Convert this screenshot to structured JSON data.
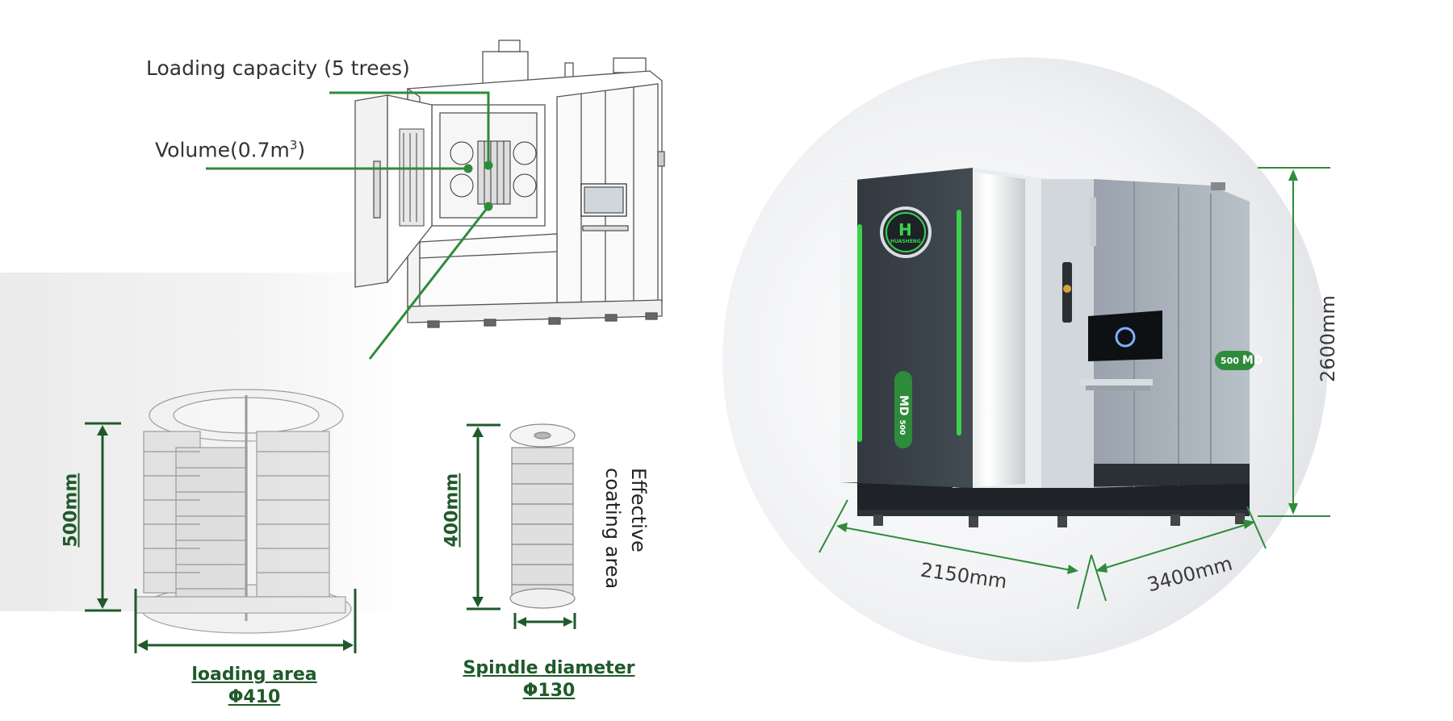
{
  "callouts": {
    "loading_capacity": "Loading capacity (5 trees)",
    "volume_prefix": "Volume(0.7m",
    "volume_sup": "3",
    "volume_suffix": ")"
  },
  "dimensions": {
    "rack_height": "500mm",
    "spindle_height": "400mm",
    "machine_height": "2600mm",
    "machine_width": "2150mm",
    "machine_depth": "3400mm",
    "effective_coating": "Effective\ncoating area"
  },
  "labels": {
    "loading_area": "loading area",
    "loading_area_value": "Φ410",
    "spindle_diameter": "Spindle diameter",
    "spindle_diameter_value": "Φ130"
  },
  "branding": {
    "logo_text": "HUASHENG",
    "model": "MD",
    "model_number": "500"
  },
  "colors": {
    "accent_green": "#2e8b3a",
    "dark_green": "#1f5a2a",
    "machine_dark": "#3a4148",
    "machine_light": "#e6e9ec"
  }
}
